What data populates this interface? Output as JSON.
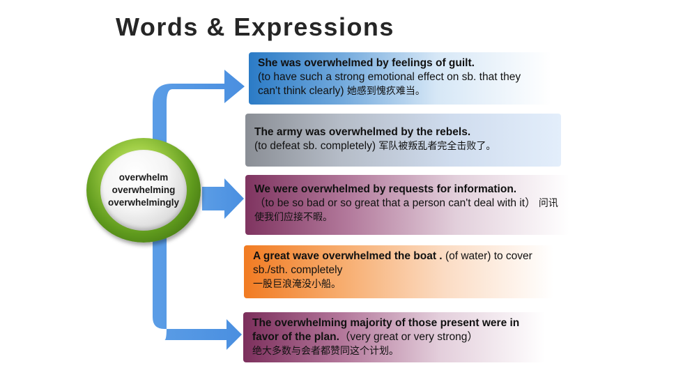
{
  "title": "Words & Expressions",
  "hub": {
    "words": [
      "overwhelm",
      "overwhelming",
      "overwhelmingly"
    ]
  },
  "colors": {
    "arrow": "#5b9de6",
    "hub_ring": "#6aa522",
    "box1": "#2b7bc6",
    "box2": "#8a8e95",
    "box3": "#7f3460",
    "box4": "#f17b22",
    "box5": "#7c2f5c"
  },
  "examples": [
    {
      "sentence": "She was overwhelmed by feelings of guilt.",
      "definition": "(to have such a strong emotional effect on sb. that they can't think clearly)",
      "translation": "她感到愧疚难当。"
    },
    {
      "sentence": "The army was overwhelmed by the rebels.",
      "definition": "(to defeat sb. completely)",
      "translation": "军队被叛乱者完全击败了。"
    },
    {
      "sentence": "We were overwhelmed by requests for information.",
      "definition": "（to be so bad or so great that a person can't deal with it）",
      "translation": "问讯使我们应接不暇。"
    },
    {
      "sentence": "A great wave overwhelmed the boat .",
      "definition": "(of water) to cover sb./sth. completely",
      "translation": "一股巨浪淹没小船。"
    },
    {
      "sentence": "The overwhelming majority of those present were in favor of the plan.",
      "definition": "（very great or very strong）",
      "translation": "绝大多数与会者都赞同这个计划。"
    }
  ]
}
